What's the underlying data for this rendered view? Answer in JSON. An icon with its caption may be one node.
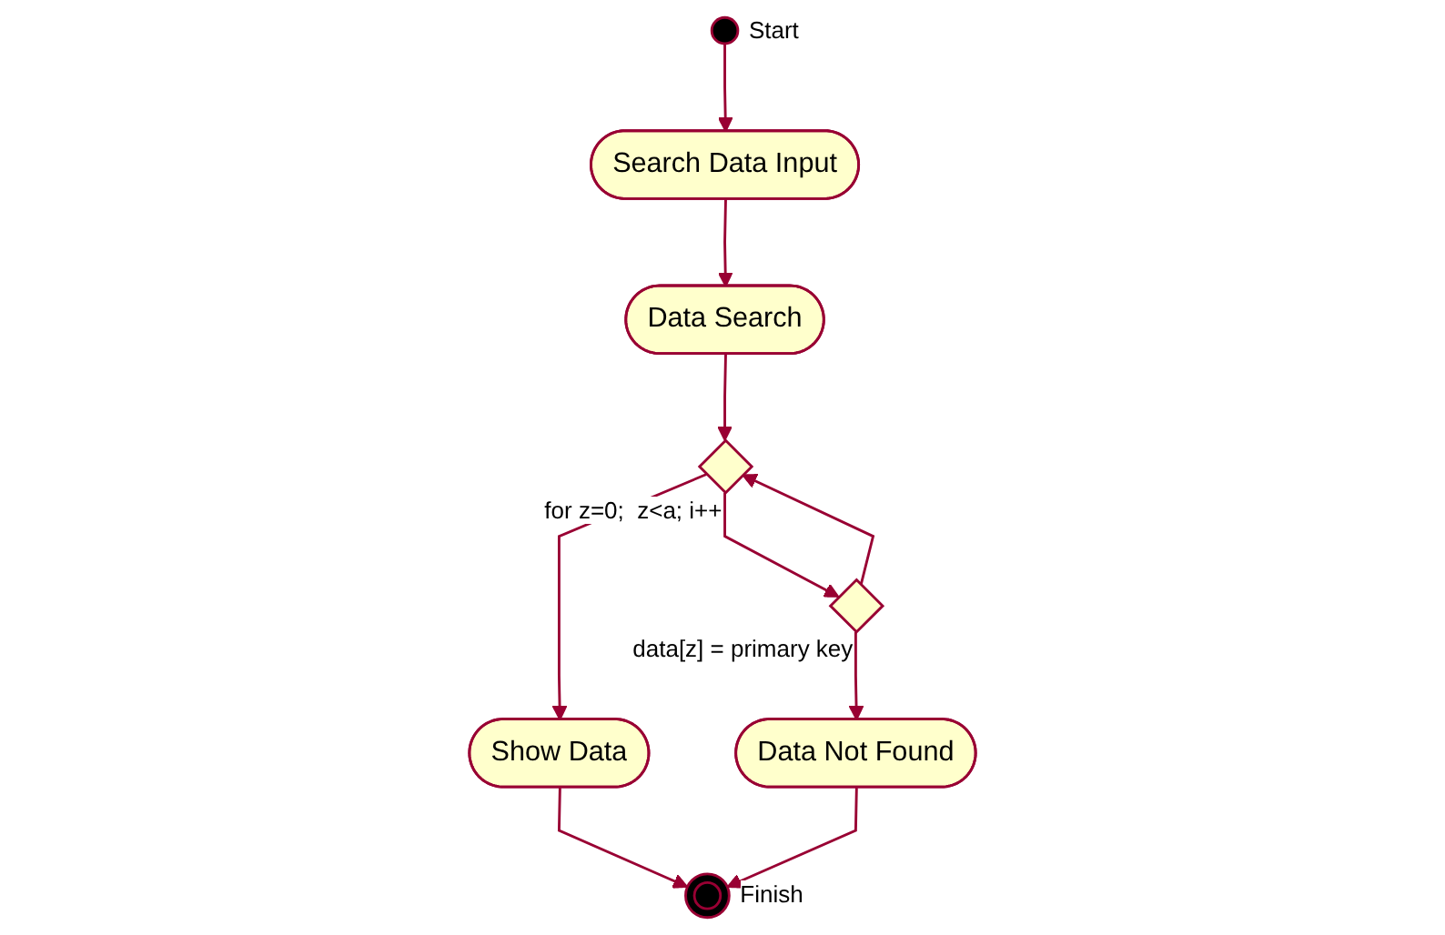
{
  "diagram": {
    "nodes": [
      {
        "text": [],
        "shape": "circle",
        "beside": [
          "Start"
        ]
      },
      {
        "text": [
          "Search Data Input"
        ]
      },
      {
        "text": [
          "Data Search"
        ]
      },
      {
        "text": [],
        "shape": "diamond",
        "beside": [
          "for z=0;  z<a; i++"
        ]
      },
      {
        "text": [],
        "shape": "diamond",
        "beside": [
          "data[z] = primary key"
        ]
      },
      {
        "text": [
          "Show Data"
        ]
      },
      {
        "text": [
          "Data Not Found"
        ]
      },
      {
        "text": [],
        "shape": "circle",
        "beside": [
          "Finish"
        ]
      }
    ],
    "edges": [
      {
        "from": 0,
        "to": 1,
        "arrow": "to"
      },
      {
        "from": 1,
        "to": 2,
        "arrow": "to"
      },
      {
        "from": 2,
        "to": 3,
        "arrow": "to"
      },
      {
        "from": 3,
        "to": 5,
        "arrow": "to"
      },
      {
        "from": 3,
        "to": 4,
        "arrow": "to"
      },
      {
        "from": 4,
        "to": 6,
        "arrow": "to"
      },
      {
        "from": 4,
        "to": 3,
        "arrow": "to"
      },
      {
        "from": 5,
        "to": 7,
        "arrow": "to"
      },
      {
        "from": 6,
        "to": 7,
        "arrow": "to"
      }
    ]
  }
}
